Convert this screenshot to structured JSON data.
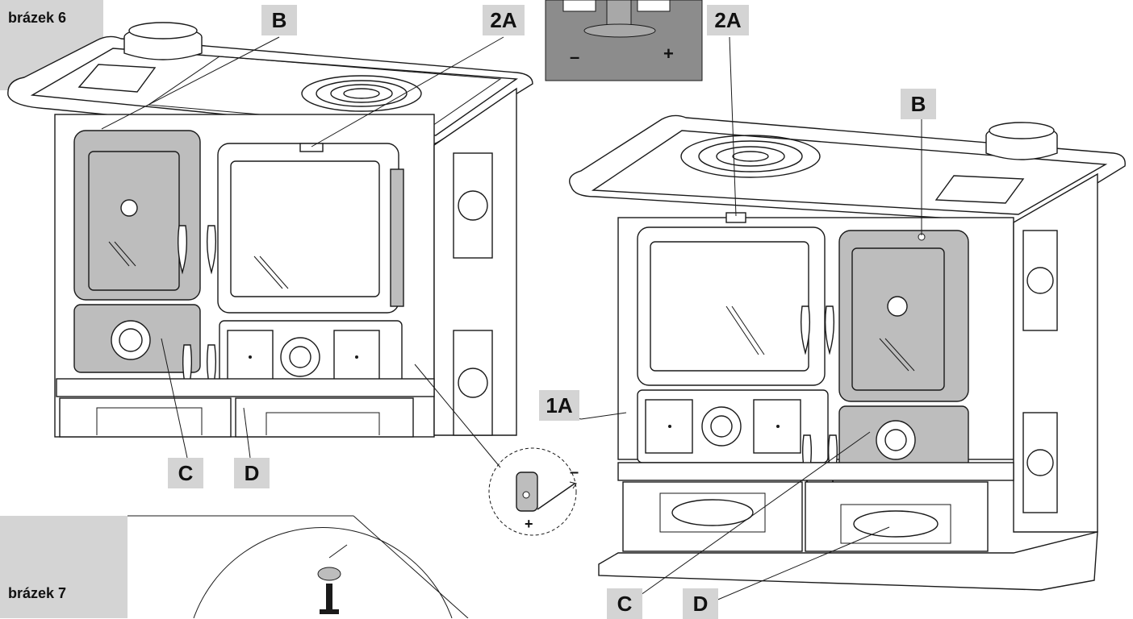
{
  "figures": {
    "fig6": "brázek 6",
    "fig7": "brázek 7"
  },
  "callouts": {
    "left_b": "B",
    "left_2a": "2A",
    "left_c": "C",
    "left_d": "D",
    "right_2a": "2A",
    "right_b": "B",
    "right_1a": "1A",
    "right_c": "C",
    "right_d": "D"
  },
  "inset": {
    "minus": "–",
    "plus": "+"
  },
  "colors": {
    "line": "#1a1a1a",
    "panel_gray": "#bdbdbd",
    "label_bg": "#d4d4d4",
    "inset_bg": "#8c8c8c"
  }
}
